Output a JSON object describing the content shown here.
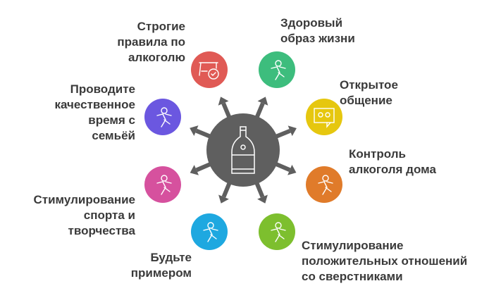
{
  "center": {
    "icon": "champagne-bottle-icon",
    "color": "#5f5f5f"
  },
  "nodes": [
    {
      "id": "strict-rules",
      "lines": [
        "Строгие",
        "правила по",
        "алкоголю"
      ],
      "icon": "table-check-icon",
      "color": "#e05a55"
    },
    {
      "id": "healthy-lifestyle",
      "lines": [
        "Здоровый",
        "образ жизни"
      ],
      "icon": "dancing-person-music-icon",
      "color": "#3dbd7d"
    },
    {
      "id": "open-communication",
      "lines": [
        "Открытое",
        "общение"
      ],
      "icon": "chat-people-icon",
      "color": "#e6c70f"
    },
    {
      "id": "home-alcohol-control",
      "lines": [
        "Контроль",
        "алкоголя дома"
      ],
      "icon": "beer-zero-percent-icon",
      "color": "#e07b2a"
    },
    {
      "id": "positive-peer-relations",
      "lines": [
        "Стимулирование",
        "положительных отношений",
        "со сверстниками"
      ],
      "icon": "jump-rope-icon",
      "color": "#7dbf2e"
    },
    {
      "id": "be-example",
      "lines": [
        "Будьте",
        "примером"
      ],
      "icon": "person-trash-icon",
      "color": "#1ea8e0"
    },
    {
      "id": "sport-creativity",
      "lines": [
        "Стимулирование",
        "спорта и",
        "творчества"
      ],
      "icon": "person-running-ball-icon",
      "color": "#d6519e"
    },
    {
      "id": "family-time",
      "lines": [
        "Проводите",
        "качественное",
        "время с",
        "семьёй"
      ],
      "icon": "person-playing-icon",
      "color": "#6b57e0"
    }
  ]
}
